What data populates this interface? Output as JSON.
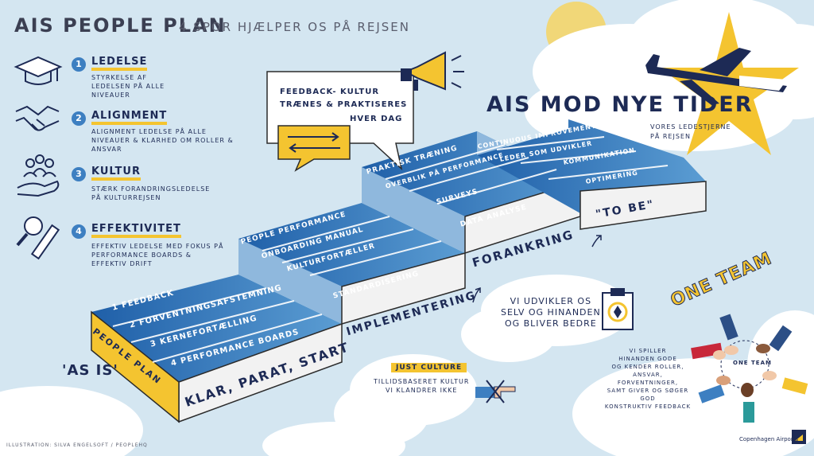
{
  "title": "AIS PEOPLE PLAN",
  "subtitle": "4 SPOR HJÆLPER OS PÅ REJSEN",
  "pillars": [
    {
      "num": "1",
      "head": "LEDELSE",
      "desc": "STYRKELSE AF LEDELSEN PÅ ALLE NIVEAUER",
      "icon": "graduation-cap-icon"
    },
    {
      "num": "2",
      "head": "ALIGNMENT",
      "desc": "ALIGNMENT LEDELSE PÅ ALLE NIVEAUER & KLARHED OM ROLLER & ANSVAR",
      "icon": "handshake-icon"
    },
    {
      "num": "3",
      "head": "KULTUR",
      "desc": "STÆRK FORANDRINGSLEDELSE PÅ KULTURREJSEN",
      "icon": "people-hand-icon"
    },
    {
      "num": "4",
      "head": "EFFEKTIVITET",
      "desc": "EFFEKTIV LEDELSE MED FOKUS PÅ PERFORMANCE BOARDS & EFFEKTIV DRIFT",
      "icon": "magnifier-ruler-icon"
    }
  ],
  "feedback_box": {
    "line1": "FEEDBACK- KULTUR",
    "line2": "TRÆNES & PRAKTISERES",
    "line3": "HVER DAG"
  },
  "headline": "AIS MOD NYE TIDER",
  "headline_sub": "VORES LEDESTJERNE PÅ REJSEN",
  "steps": [
    {
      "riser": "KLAR, PARAT, START",
      "side": "PEOPLE PLAN",
      "items": [
        "1  FEEDBACK",
        "2  FORVENTNINGSAFSTEMNING",
        "3  KERNEFORTÆLLING",
        "4  PERFORMANCE BOARDS"
      ]
    },
    {
      "riser": "IMPLEMENTERING",
      "items": [
        "PEOPLE PERFORMANCE",
        "ONBOARDING MANUAL",
        "KULTURFORTÆLLER",
        "STANDARDISERING"
      ]
    },
    {
      "riser": "FORANKRING",
      "items": [
        "PRAKTISK TRÆNING",
        "OVERBLIK PÅ PERFORMANCE",
        "SURVEYS",
        "DATA ANALYSE"
      ]
    },
    {
      "riser": "\"TO BE\"",
      "items": [
        "CONTINUOUS IMPROVEMENT",
        "LEDER SOM UDVIKLER",
        "KOMMUNIKATION",
        "OPTIMERING"
      ]
    }
  ],
  "as_is": "'AS IS'",
  "cloud_udvikler": {
    "line1": "VI UDVIKLER OS",
    "line2": "SELV OG HINANDEN",
    "line3": "OG BLIVER BEDRE"
  },
  "cloud_just": {
    "tag": "JUST CULTURE",
    "line1": "TILLIDSBASERET KULTUR",
    "line2": "VI KLANDRER IKKE"
  },
  "one_team": "ONE TEAM",
  "one_team_text": [
    "VI SPILLER",
    "HINANDEN GODE",
    "OG KENDER ROLLER,",
    "ANSVAR, FORVENTNINGER,",
    "SAMT GIVER OG SØGER GOD",
    "KONSTRUKTIV FEEDBACK"
  ],
  "team_badge": "ONE TEAM",
  "credit": "ILLUSTRATION: SILVA ENGELSOFT / PEOPLEHQ",
  "brand": "Copenhagen Airports",
  "colors": {
    "navy": "#1d2a55",
    "blue": "#3d7fc1",
    "yellow": "#f4c430",
    "sky": "#d4e6f1"
  }
}
